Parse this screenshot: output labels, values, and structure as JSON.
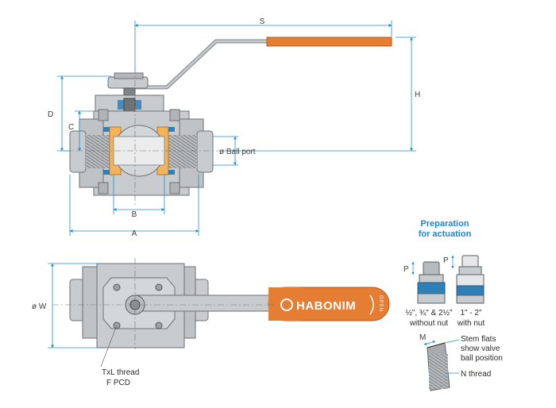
{
  "colors": {
    "body_fill": "#c9ccce",
    "body_dark": "#a7abae",
    "body_stroke": "#6d7275",
    "handle_orange": "#e57d32",
    "seat_yellow": "#f4b35a",
    "seal_blue": "#2f7fb8",
    "dim_line": "#1c8ec9",
    "text_blue": "#1b86c5"
  },
  "dimensions": {
    "s": "S",
    "h": "H",
    "d": "D",
    "c": "C",
    "b": "B",
    "a": "A",
    "w": "ø W",
    "ball_port": "ø Ball port",
    "p_left": "P",
    "p_right": "P",
    "m": "M"
  },
  "brand": {
    "name": "HABONIM",
    "open_mark": "OPEN"
  },
  "preparation": {
    "title_line1": "Preparation",
    "title_line2": "for actuation",
    "left_caption_line1": "½\", ¾\" & 2½\"",
    "left_caption_line2": "without nut",
    "right_caption_line1": "1\" - 2\"",
    "right_caption_line2": "with nut"
  },
  "stem_note": {
    "line1": "Stem flats",
    "line2": "show valve",
    "line3": "ball position",
    "thread": "N thread"
  },
  "bottom_note": {
    "line1": "TxL thread",
    "line2": "F PCD"
  }
}
